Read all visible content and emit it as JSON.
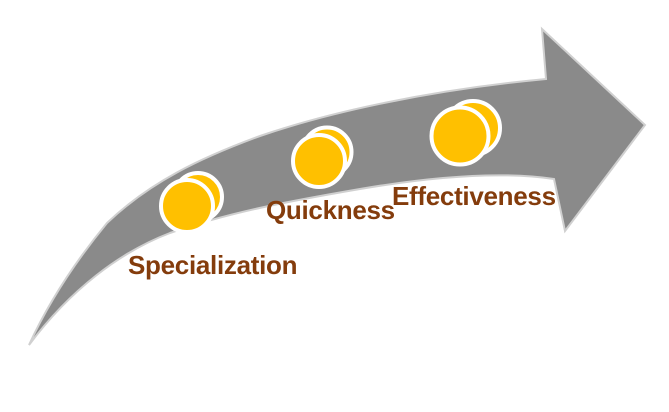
{
  "diagram": {
    "type": "ascending-arrow-process",
    "direction": "up-right",
    "steps": [
      {
        "label": "Specialization",
        "icon": "coin-icon"
      },
      {
        "label": "Quickness",
        "icon": "coin-icon"
      },
      {
        "label": "Effectiveness",
        "icon": "coin-icon"
      }
    ],
    "colors": {
      "background": "#FFFFFF",
      "arrow_fill": "#8A8A8A",
      "arrow_edge": "#D0D0D0",
      "coin_fill": "#FFC000",
      "coin_edge": "#FFFFFF",
      "label_text": "#843C0C"
    }
  }
}
